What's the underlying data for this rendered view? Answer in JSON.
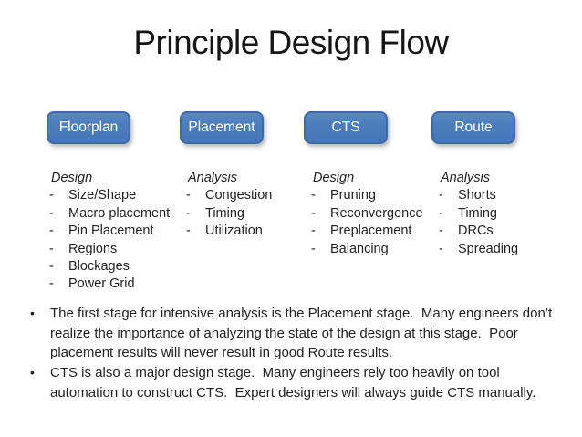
{
  "slide": {
    "title": "Principle Design Flow",
    "stages": [
      {
        "label": "Floorplan"
      },
      {
        "label": "Placement"
      },
      {
        "label": "CTS"
      },
      {
        "label": "Route"
      }
    ],
    "columns": [
      {
        "header": "Design",
        "items": [
          "Size/Shape",
          "Macro placement",
          "Pin Placement",
          "Regions",
          "Blockages",
          "Power Grid"
        ]
      },
      {
        "header": "Analysis",
        "items": [
          "Congestion",
          "Timing",
          "Utilization"
        ]
      },
      {
        "header": "Design",
        "items": [
          "Pruning",
          "Reconvergence",
          "Preplacement",
          "Balancing"
        ]
      },
      {
        "header": "Analysis",
        "items": [
          "Shorts",
          "Timing",
          "DRCs",
          "Spreading"
        ]
      }
    ],
    "markers": {
      "dash": "-",
      "bullet": "•"
    },
    "notes": [
      {
        "lines": [
          "The first stage for intensive analysis is the Placement stage.  Many engineers don’t",
          "realize the importance of analyzing the state of the design at this stage.  Poor",
          "placement results will never result in good Route results."
        ]
      },
      {
        "lines": [
          "CTS is also a major design stage.  Many engineers rely too heavily on tool",
          "automation to construct CTS.  Expert designers will always guide CTS manually."
        ]
      }
    ],
    "colors": {
      "stage_fill": "#4b7cbc",
      "stage_border": "#3d6aa5",
      "stage_text": "#ffffff",
      "body_text": "#222222",
      "background": "#ffffff"
    }
  }
}
